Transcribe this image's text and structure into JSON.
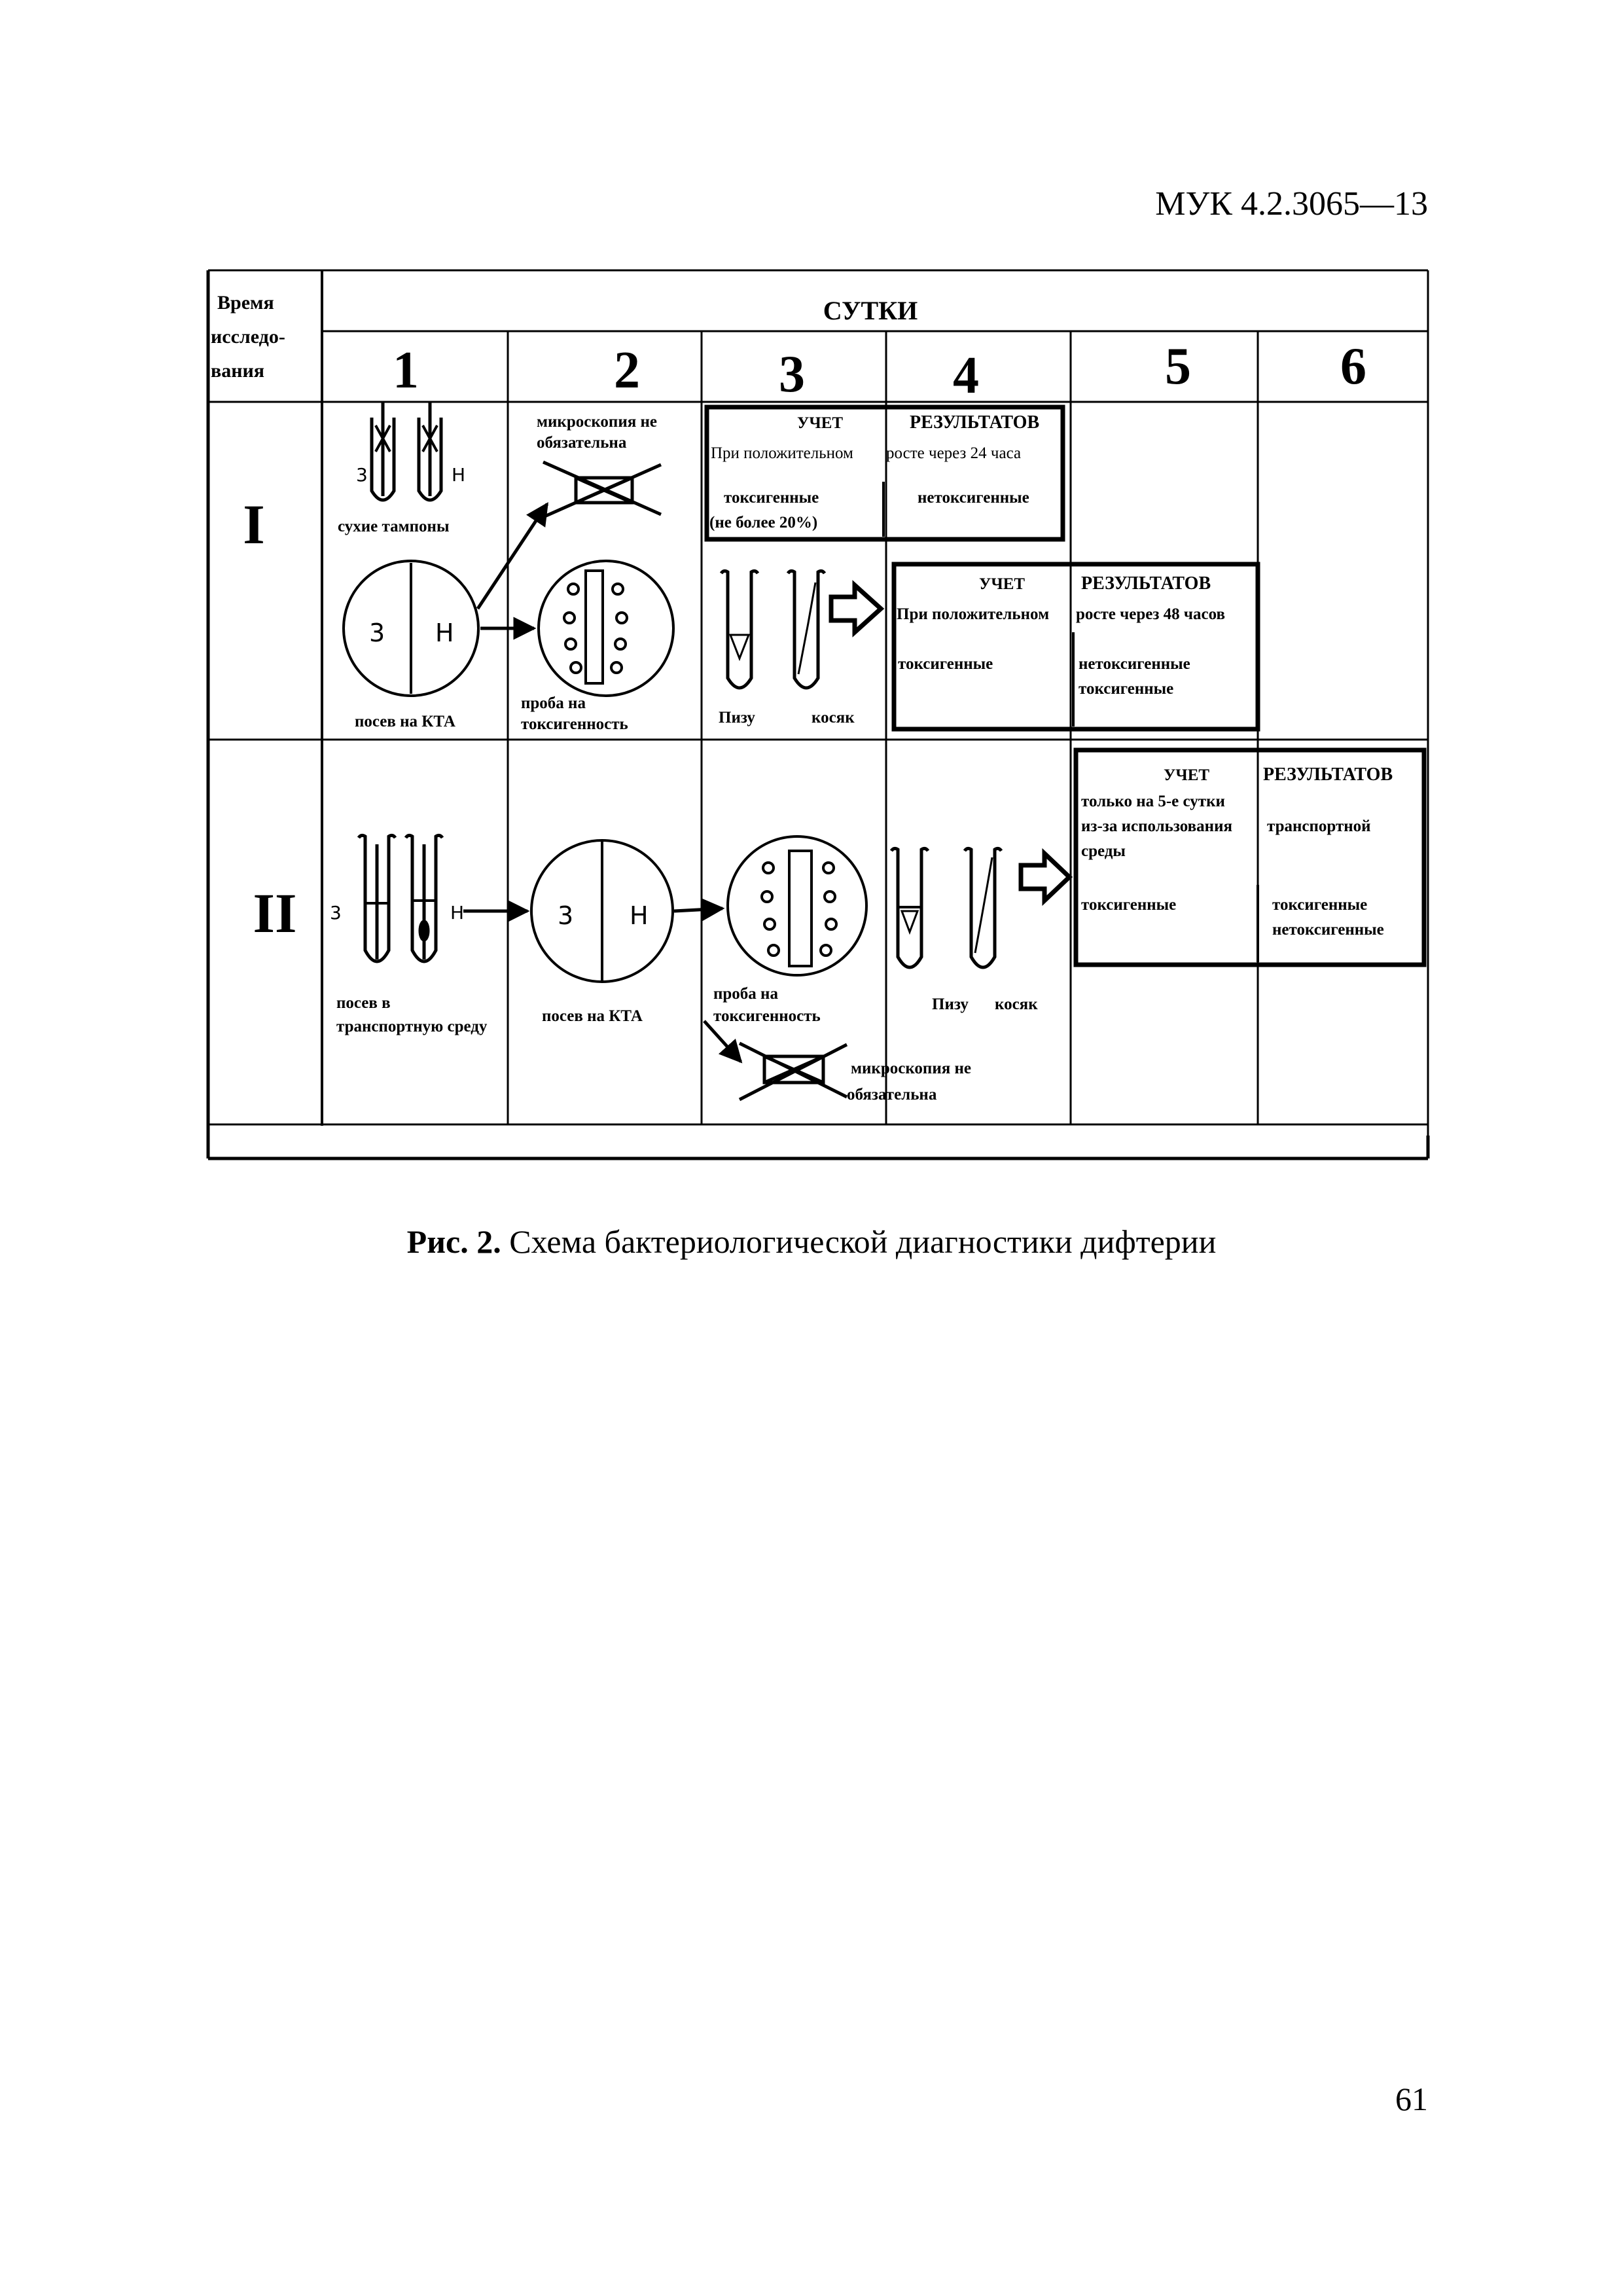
{
  "header": {
    "doc_code": "МУК 4.2.3065—13"
  },
  "table": {
    "time_label": [
      "Время",
      "исследо-",
      "вания"
    ],
    "days_title": "СУТКИ",
    "days": [
      "1",
      "2",
      "3",
      "4",
      "5",
      "6"
    ],
    "rows": [
      "I",
      "II"
    ]
  },
  "row1": {
    "dry_swabs": "сухие тампоны",
    "microscopy_line1": "микроскопия не",
    "microscopy_line2": "обязательна",
    "sowing_kta": "посев на КТА",
    "tox_test_line1": "проба на",
    "tox_test_line2": "токсигенность",
    "pizu": "Пизу",
    "kosyak": "косяк",
    "box24": {
      "title_a": "УЧЕТ",
      "title_b": "РЕЗУЛЬТАТОВ",
      "sub_a": "При положительном",
      "sub_b": "росте через 24 часа",
      "left_line1": "токсигенные",
      "left_line2": "(не более 20%)",
      "right": "нетоксигенные"
    },
    "box48": {
      "title_a": "УЧЕТ",
      "title_b": "РЕЗУЛЬТАТОВ",
      "sub_a": "При положительном",
      "sub_b": "росте через 48 часов",
      "left": "токсигенные",
      "right_line1": "нетоксигенные",
      "right_line2": "токсигенные"
    }
  },
  "row2": {
    "sowing_transport_line1": "посев в",
    "sowing_transport_line2": "транспортную среду",
    "sowing_kta": "посев на КТА",
    "tox_test_line1": "проба на",
    "tox_test_line2": "токсигенность",
    "pizu": "Пизу",
    "kosyak": "косяк",
    "microscopy_line1": "микроскопия не",
    "microscopy_line2": "обязательна",
    "box5": {
      "title_a": "УЧЕТ",
      "title_b": "РЕЗУЛЬТАТОВ",
      "l1": "только на 5-е сутки",
      "l2": "из-за использования",
      "l2b": "транспортной",
      "l3": "среды",
      "left": "токсигенные",
      "right_line1": "токсигенные",
      "right_line2": "нетоксигенные"
    }
  },
  "caption": {
    "prefix": "Рис. 2.",
    "text": " Схема бактериологической диагностики дифтерии"
  },
  "footer": {
    "page_number": "61"
  }
}
